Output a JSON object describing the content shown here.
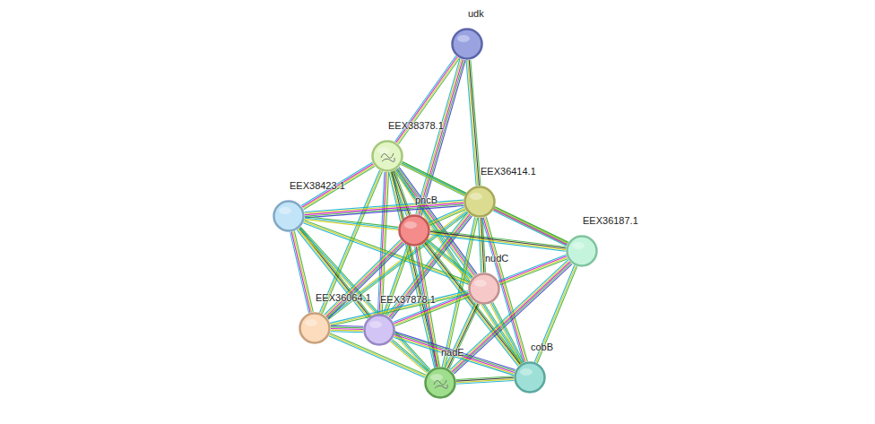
{
  "diagram": {
    "nodes": [
      {
        "text": [
          "udk"
        ]
      },
      {
        "text": [
          "EEX38378.1"
        ]
      },
      {
        "text": [
          "EEX36414.1"
        ]
      },
      {
        "text": [
          "EEX38423.1"
        ]
      },
      {
        "text": [
          "pncB"
        ]
      },
      {
        "text": [
          "EEX36187.1"
        ]
      },
      {
        "text": [
          "nudC"
        ]
      },
      {
        "text": [
          "EEX36064.1"
        ]
      },
      {
        "text": [
          "EEX37878.1"
        ]
      },
      {
        "text": [
          "nadE"
        ]
      },
      {
        "text": [
          "cobB"
        ]
      }
    ],
    "edges": [
      {
        "from": 0,
        "to": 1,
        "arrow": "none"
      },
      {
        "from": 0,
        "to": 2,
        "arrow": "none"
      },
      {
        "from": 0,
        "to": 4,
        "arrow": "none"
      },
      {
        "from": 1,
        "to": 2,
        "arrow": "none"
      },
      {
        "from": 1,
        "to": 3,
        "arrow": "none"
      },
      {
        "from": 1,
        "to": 4,
        "arrow": "none"
      },
      {
        "from": 1,
        "to": 5,
        "arrow": "none"
      },
      {
        "from": 1,
        "to": 6,
        "arrow": "none"
      },
      {
        "from": 1,
        "to": 7,
        "arrow": "none"
      },
      {
        "from": 1,
        "to": 8,
        "arrow": "none"
      },
      {
        "from": 1,
        "to": 9,
        "arrow": "none"
      },
      {
        "from": 1,
        "to": 10,
        "arrow": "none"
      },
      {
        "from": 2,
        "to": 3,
        "arrow": "none"
      },
      {
        "from": 2,
        "to": 4,
        "arrow": "none"
      },
      {
        "from": 2,
        "to": 5,
        "arrow": "none"
      },
      {
        "from": 2,
        "to": 6,
        "arrow": "none"
      },
      {
        "from": 2,
        "to": 7,
        "arrow": "none"
      },
      {
        "from": 2,
        "to": 8,
        "arrow": "none"
      },
      {
        "from": 2,
        "to": 9,
        "arrow": "none"
      },
      {
        "from": 2,
        "to": 10,
        "arrow": "none"
      },
      {
        "from": 3,
        "to": 4,
        "arrow": "none"
      },
      {
        "from": 3,
        "to": 6,
        "arrow": "none"
      },
      {
        "from": 3,
        "to": 7,
        "arrow": "none"
      },
      {
        "from": 3,
        "to": 8,
        "arrow": "none"
      },
      {
        "from": 3,
        "to": 9,
        "arrow": "none"
      },
      {
        "from": 4,
        "to": 5,
        "arrow": "none"
      },
      {
        "from": 4,
        "to": 6,
        "arrow": "none"
      },
      {
        "from": 4,
        "to": 7,
        "arrow": "none"
      },
      {
        "from": 4,
        "to": 8,
        "arrow": "none"
      },
      {
        "from": 4,
        "to": 9,
        "arrow": "none"
      },
      {
        "from": 4,
        "to": 10,
        "arrow": "none"
      },
      {
        "from": 5,
        "to": 6,
        "arrow": "none"
      },
      {
        "from": 5,
        "to": 9,
        "arrow": "none"
      },
      {
        "from": 5,
        "to": 10,
        "arrow": "none"
      },
      {
        "from": 6,
        "to": 7,
        "arrow": "none"
      },
      {
        "from": 6,
        "to": 8,
        "arrow": "none"
      },
      {
        "from": 6,
        "to": 9,
        "arrow": "none"
      },
      {
        "from": 6,
        "to": 10,
        "arrow": "none"
      },
      {
        "from": 7,
        "to": 8,
        "arrow": "none"
      },
      {
        "from": 7,
        "to": 9,
        "arrow": "none"
      },
      {
        "from": 8,
        "to": 9,
        "arrow": "none"
      },
      {
        "from": 8,
        "to": 10,
        "arrow": "none"
      },
      {
        "from": 9,
        "to": 10,
        "arrow": "none"
      }
    ]
  }
}
